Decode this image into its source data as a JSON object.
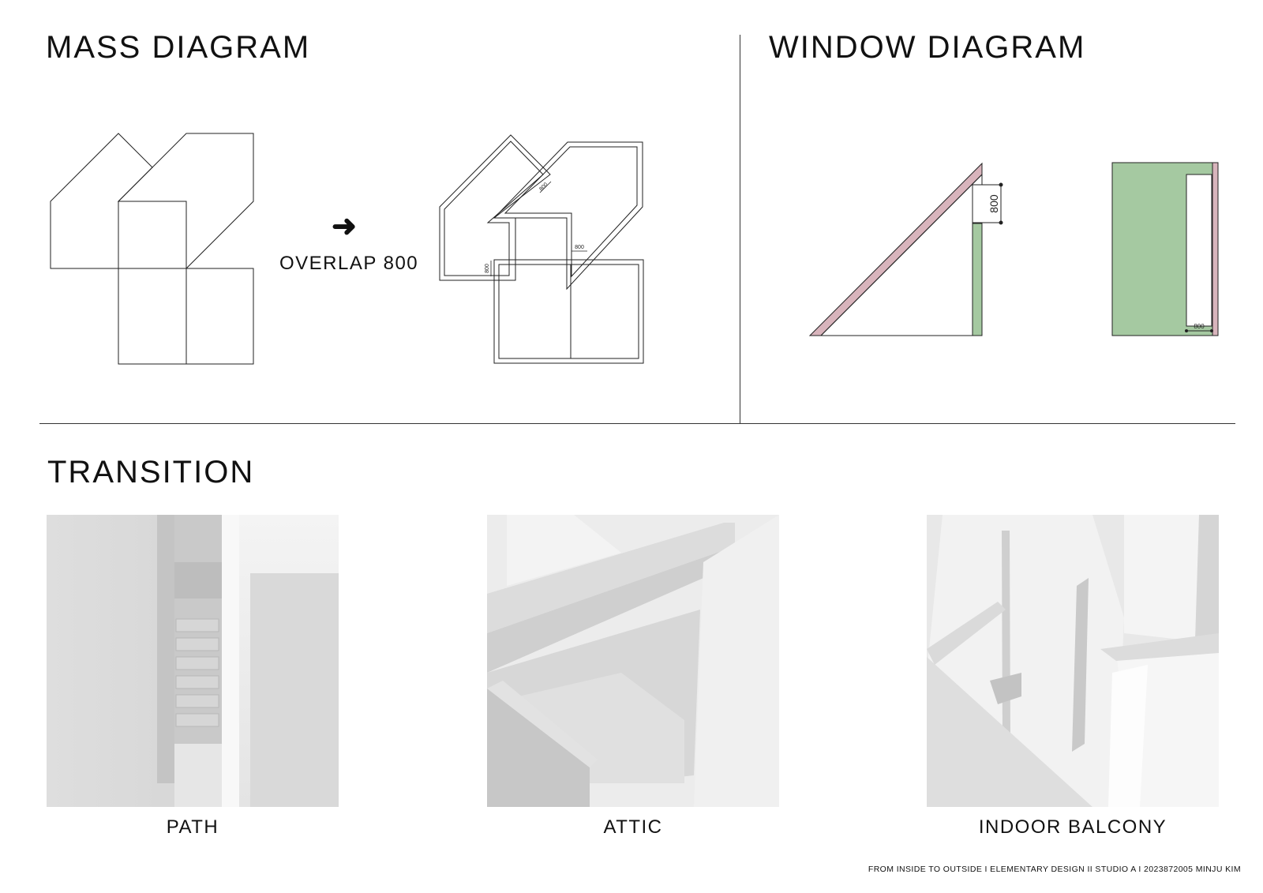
{
  "mass_diagram": {
    "title": "MASS DIAGRAM",
    "operation_label": "OVERLAP 800",
    "dimensions": [
      "800",
      "800",
      "800"
    ]
  },
  "window_diagram": {
    "title": "WINDOW DIAGRAM",
    "dimensions": [
      "800",
      "800"
    ]
  },
  "transition": {
    "title": "TRANSITION",
    "renders": [
      {
        "caption": "PATH"
      },
      {
        "caption": "ATTIC"
      },
      {
        "caption": "INDOOR BALCONY"
      }
    ]
  },
  "colors": {
    "roof_pink": "#d8b4bc",
    "window_green": "#a5c9a1",
    "line": "#222222"
  },
  "footer": "FROM INSIDE TO OUTSIDE I ELEMENTARY DESIGN II STUDIO A I 2023872005 MINJU KIM"
}
